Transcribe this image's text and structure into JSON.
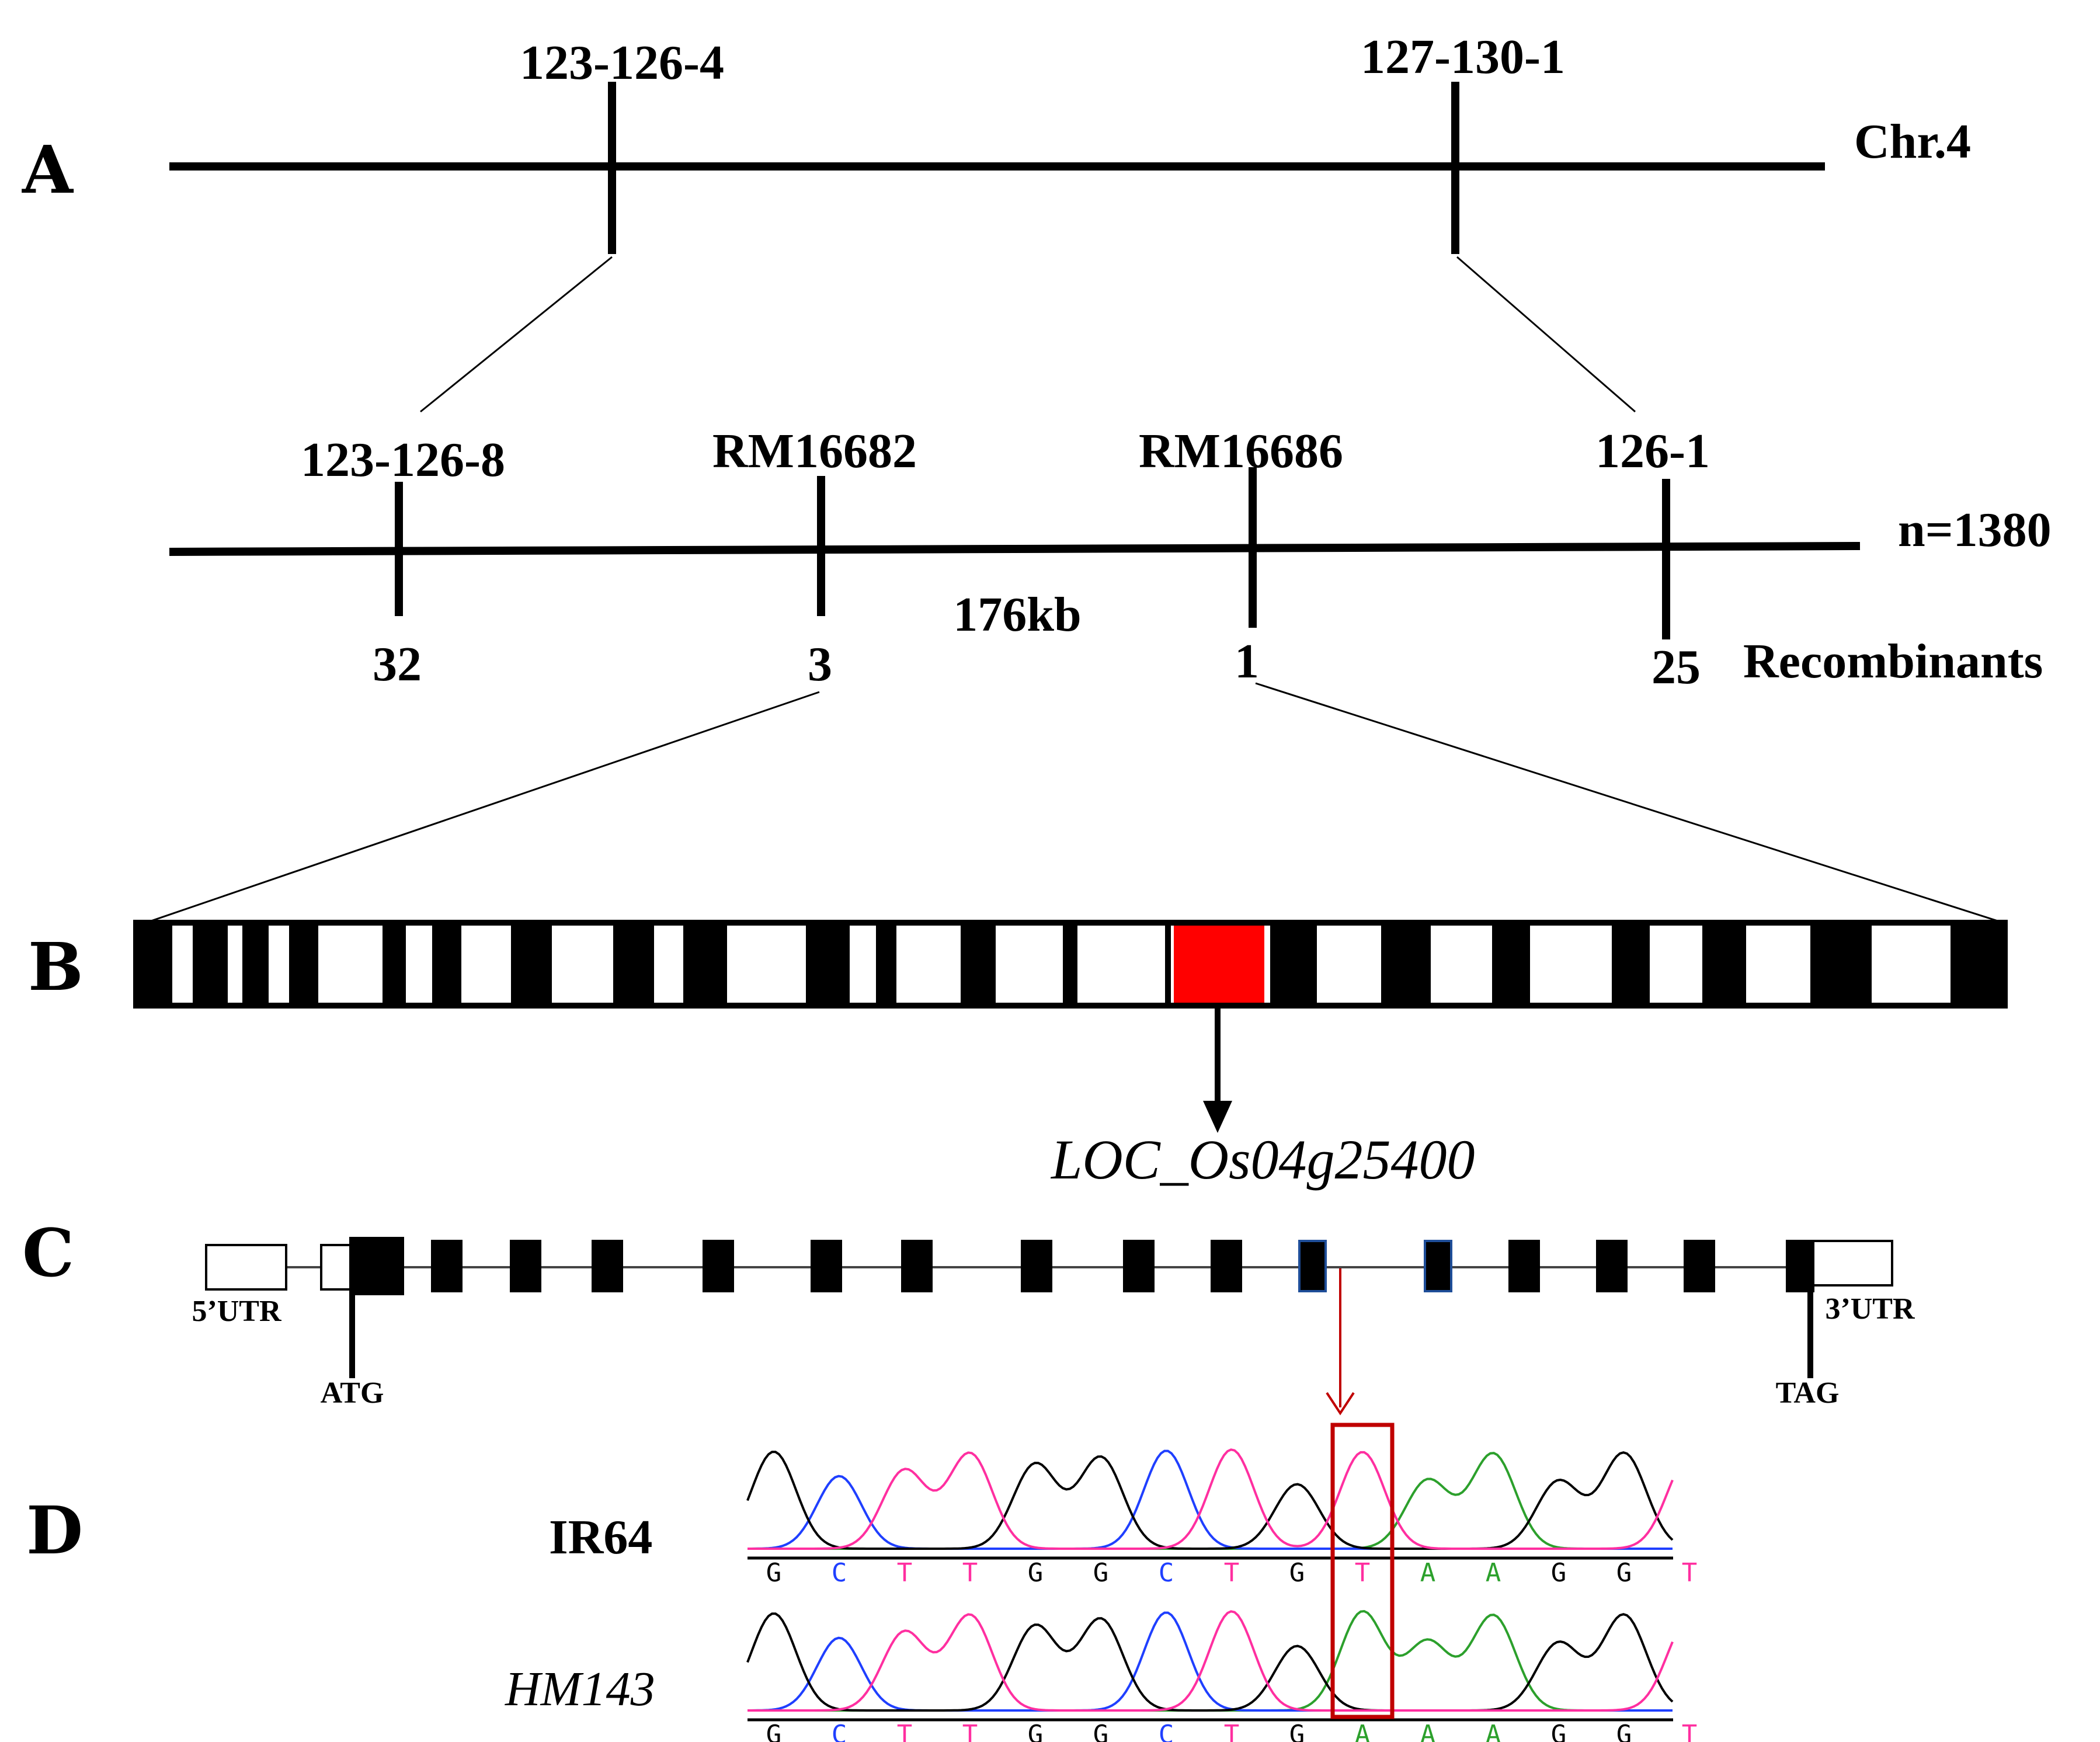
{
  "panels": [
    "A",
    "B",
    "C",
    "D"
  ],
  "panel_a": {
    "chromosome_label": "Chr.4",
    "top_markers": [
      "123-126-4",
      "127-130-1"
    ],
    "fine_markers": [
      "123-126-8",
      "RM16682",
      "RM16686",
      "126-1"
    ],
    "recombinant_counts": [
      "32",
      "3",
      "1",
      "25"
    ],
    "population_label": "n=1380",
    "interval_label": "176kb",
    "recombinants_label": "Recombinants"
  },
  "panel_b": {
    "gene_label": "LOC_Os04g25400",
    "highlight_color": "#ff0000"
  },
  "panel_c": {
    "utr5_label": "5’UTR",
    "utr3_label": "3’UTR",
    "start_codon_label": "ATG",
    "stop_codon_label": "TAG"
  },
  "panel_d": {
    "strain_1": "IR64",
    "strain_2": "HM143",
    "sequence_1": [
      "G",
      "C",
      "T",
      "T",
      "G",
      "G",
      "C",
      "T",
      "G",
      "T",
      "A",
      "A",
      "G",
      "G",
      "T"
    ],
    "sequence_2": [
      "G",
      "C",
      "T",
      "T",
      "G",
      "G",
      "C",
      "T",
      "G",
      "A",
      "A",
      "A",
      "G",
      "G",
      "T"
    ],
    "mutation_index": 9,
    "base_colors": {
      "A": "#2ca02c",
      "C": "#1f3fff",
      "G": "#000000",
      "T": "#ff2fa0"
    },
    "box_color": "#c00000"
  }
}
